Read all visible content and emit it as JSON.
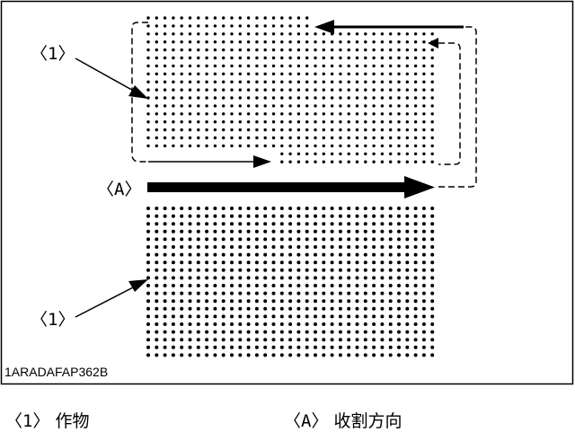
{
  "diagram": {
    "label_crop": "〈1〉",
    "label_direction": "〈A〉",
    "figure_id": "1ARADAFAP362B"
  },
  "legend": {
    "crop_code": "〈1〉",
    "crop_text": "作物",
    "direction_code": "〈A〉",
    "direction_text": "收割方向"
  },
  "colors": {
    "ink": "#000000",
    "background": "#ffffff"
  }
}
